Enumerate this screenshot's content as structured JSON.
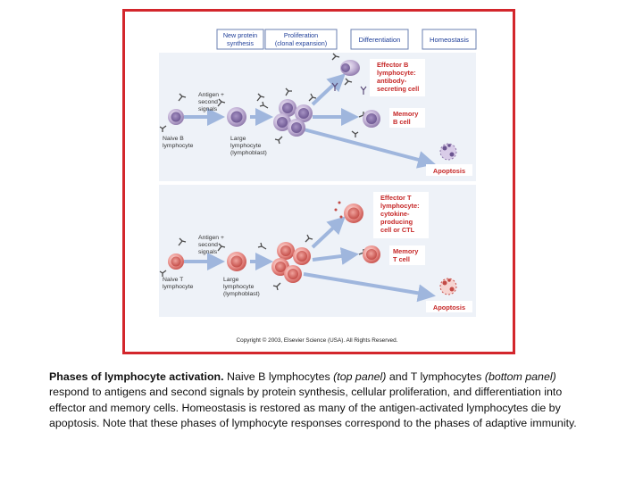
{
  "phases": {
    "synthesis": [
      "New protein",
      "synthesis"
    ],
    "proliferation": [
      "Proliferation",
      "(clonal expansion)"
    ],
    "differentiation": "Differentiation",
    "homeostasis": "Homeostasis"
  },
  "top_panel": {
    "antigen_signals": [
      "Antigen +",
      "second",
      "signals"
    ],
    "naive_cell": [
      "Naive B",
      "lymphocyte"
    ],
    "large_cell": [
      "Large",
      "lymphocyte",
      "(lymphoblast)"
    ],
    "effector": [
      "Effector B",
      "lymphocyte:",
      "antibody-",
      "secreting cell"
    ],
    "memory": [
      "Memory",
      "B cell"
    ],
    "apoptosis": "Apoptosis"
  },
  "bottom_panel": {
    "antigen_signals": [
      "Antigen +",
      "second",
      "signals"
    ],
    "naive_cell": [
      "Naive T",
      "lymphocyte"
    ],
    "large_cell": [
      "Large",
      "lymphocyte",
      "(lymphoblast)"
    ],
    "effector": [
      "Effector T",
      "lymphocyte:",
      "cytokine-",
      "producing",
      "cell or CTL"
    ],
    "memory": [
      "Memory",
      "T cell"
    ],
    "apoptosis": "Apoptosis"
  },
  "copyright": "Copyright © 2003, Elsevier Science (USA). All Rights Reserved.",
  "caption": {
    "title": "Phases of lymphocyte activation.",
    "t1": " Naive B lymphocytes ",
    "top": "(top panel)",
    "t2": " and T lymphocytes ",
    "bottom": "(bottom panel)",
    "t3": " respond to antigens and second signals by protein synthesis, cellular proliferation, and differentiation into effector and memory cells. Homeostasis is restored as many of the antigen-activated lymphocytes die by apoptosis. Note that these phases of lymphocyte responses correspond to the phases of adaptive immunity."
  },
  "colors": {
    "frame_red": "#d3262c",
    "label_red": "#c62828",
    "phase_blue": "#1f3f99",
    "panel_bg": "#eef2f8",
    "arrow_blue": "#9fb6dd",
    "b_cell": "#b9a6cf",
    "t_cell": "#e8928f"
  }
}
